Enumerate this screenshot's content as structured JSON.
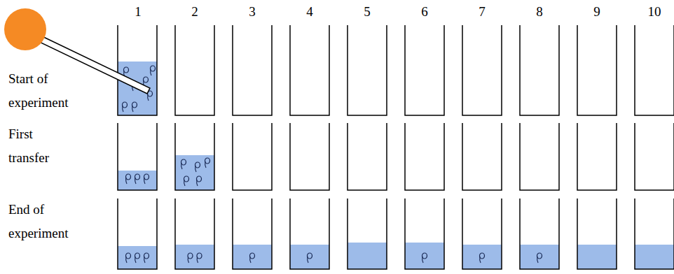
{
  "diagram": {
    "labels": [
      "1",
      "2",
      "3",
      "4",
      "5",
      "6",
      "7",
      "8",
      "9",
      "10",
      "Start of experiment",
      "First transfer",
      "End of experiment"
    ]
  }
}
